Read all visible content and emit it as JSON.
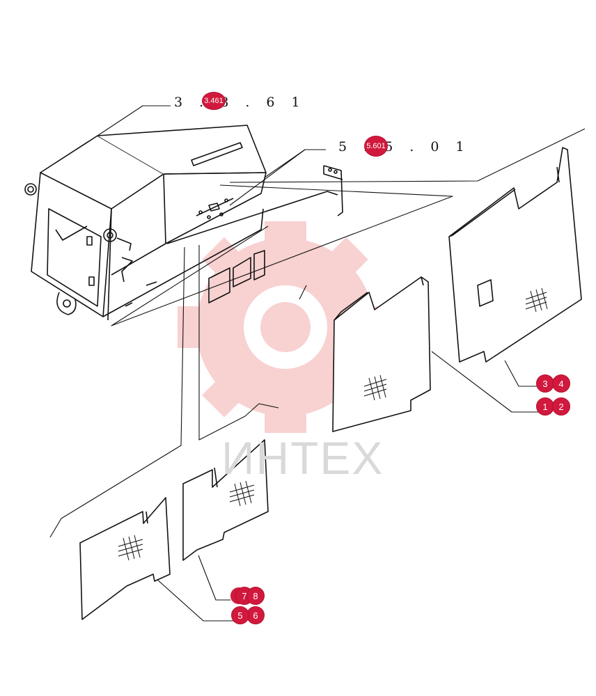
{
  "watermark": {
    "text": "ИНТЕХ",
    "gear_color": "#f7c9c9",
    "text_color": "#d9d9d9"
  },
  "references": [
    {
      "id": "ref-top",
      "text": "3 . 8 . 6 1"
    },
    {
      "id": "ref-mid",
      "text": "5 . 5 . 0 1"
    }
  ],
  "callouts": [
    {
      "id": "c-ref-top",
      "label": "3.461"
    },
    {
      "id": "c-ref-mid",
      "label": "5.601"
    },
    {
      "id": "c-3",
      "label": "3"
    },
    {
      "id": "c-4",
      "label": "4"
    },
    {
      "id": "c-1",
      "label": "1"
    },
    {
      "id": "c-2",
      "label": "2"
    },
    {
      "id": "c-7",
      "label": "7"
    },
    {
      "id": "c-8",
      "label": "8"
    },
    {
      "id": "c-5",
      "label": "5"
    },
    {
      "id": "c-6",
      "label": "6"
    }
  ],
  "colors": {
    "callout": "#d1193d",
    "line": "#111111"
  }
}
